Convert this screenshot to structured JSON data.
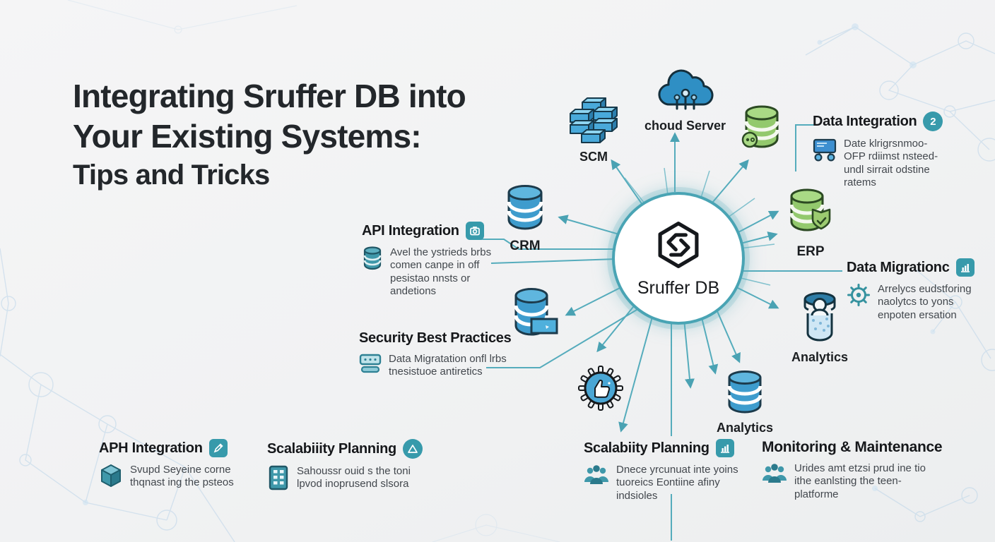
{
  "title": {
    "line1": "Integrating Sruffer DB into",
    "line2": "Your Existing Systems:",
    "line3": "Tips and Tricks"
  },
  "hub": {
    "name": "Sruffer DB"
  },
  "nodes": {
    "scm": {
      "label": "SCM"
    },
    "cloud": {
      "label": "choud Server"
    },
    "crm": {
      "label": "CRM"
    },
    "erp": {
      "label": "ERP"
    },
    "analytics_user": {
      "label": "Analytics"
    },
    "analytics_db": {
      "label": "Analytics"
    }
  },
  "features": {
    "data_integration": {
      "title": "Data Integration",
      "badge_glyph": "2",
      "body": "Date klrigrsnmoo- OFP rdiimst nsteed- undl sirrait odstine ratems"
    },
    "api_integration": {
      "title": "API Integration",
      "body": "Avel the ystrieds brbs comen canpe in off pesistao nnsts or andetions"
    },
    "security": {
      "title": "Security Best Practices",
      "body": "Data Migratation onfl lrbs tnesistuoe antiretics"
    },
    "data_migration": {
      "title": "Data Migrationc",
      "body": "Arrelycs eudstforing naolytcs to yons enpoten ersation"
    },
    "aph_integration": {
      "title": "APH Integration",
      "body": "Svupd Seyeine corne thqnast ing the psteos"
    },
    "scalability_1": {
      "title": "Scalabiiity Planning",
      "body": "Sahoussr ouid s the toni lpvod inoprusend slsora"
    },
    "scalability_2": {
      "title": "Scalabiity Planning",
      "body": "Dnece yrcunuat inte yoins tuoreics Eontiine afiny indsioles"
    },
    "monitoring": {
      "title": "Monitoring & Maintenance",
      "body": "Urides amt etzsi prud ine tio ithe eanlsting the teen- platforme"
    }
  },
  "colors": {
    "accent_teal": "#49a4b4",
    "badge_teal": "#379aab",
    "icon_blue": "#3e9ccd",
    "icon_green": "#93c96d",
    "line_teal": "#55acbc"
  }
}
